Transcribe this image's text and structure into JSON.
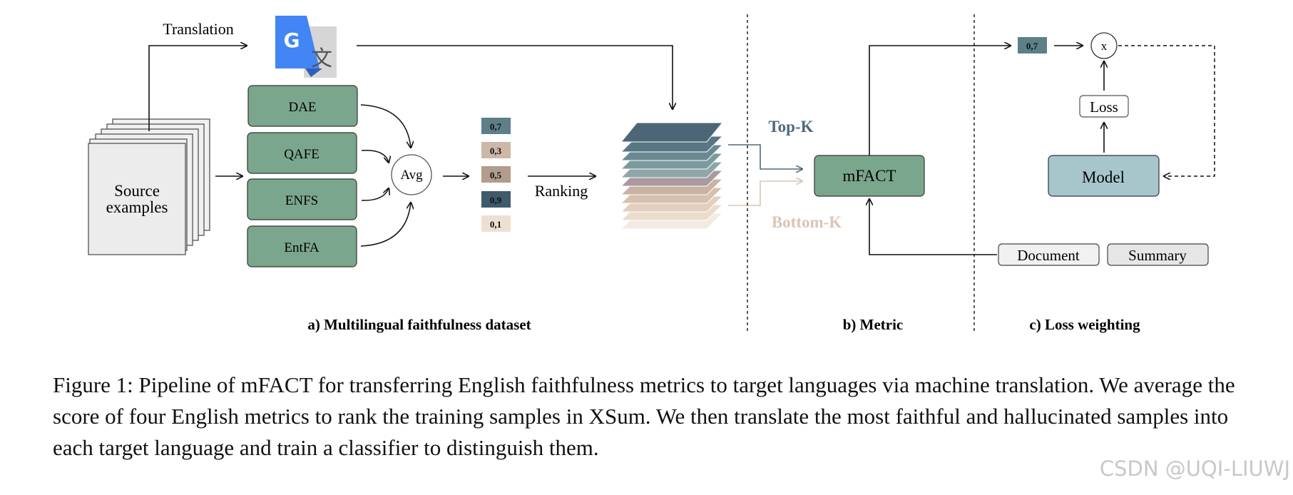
{
  "diagram": {
    "translation_label": "Translation",
    "source_label_line1": "Source",
    "source_label_line2": "examples",
    "metrics": [
      "DAE",
      "QAFE",
      "ENFS",
      "EntFA"
    ],
    "avg_label": "Avg",
    "scores": [
      "0,7",
      "0,3",
      "0,5",
      "0,9",
      "0,1"
    ],
    "ranking_label": "Ranking",
    "topk_label": "Top-K",
    "bottomk_label": "Bottom-K",
    "mfact_label": "mFACT",
    "score_out": "0,7",
    "multiply_label": "x",
    "loss_label": "Loss",
    "model_label": "Model",
    "document_label": "Document",
    "summary_label": "Summary",
    "section_a": "a) Multilingual faithfulness dataset",
    "section_b": "b) Metric",
    "section_c": "c) Loss weighting",
    "icons": [
      "google-translate-icon"
    ],
    "colors": {
      "metric_box": "#7ba68e",
      "model_box": "#a6c6cc",
      "top_k": "#4e6a7e",
      "bottom_k": "#d9c6b5",
      "score_colors": [
        "#5c7f88",
        "#cdb7a6",
        "#b39c8b",
        "#3f5a6c",
        "#ede0d2"
      ]
    }
  },
  "caption": "Figure 1: Pipeline of mFACT for transferring English faithfulness metrics to target languages via machine translation. We average the score of four English metrics to rank the training samples in XSum. We then translate the most faithful and hallucinated samples into each target language and train a classifier to distinguish them.",
  "watermark": "CSDN @UQI-LIUWJ"
}
